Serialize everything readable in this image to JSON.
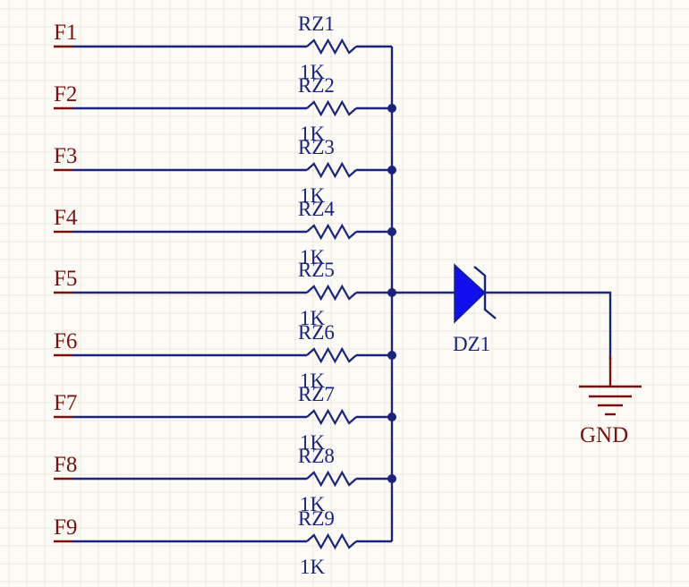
{
  "nets": [
    "F1",
    "F2",
    "F3",
    "F4",
    "F5",
    "F6",
    "F7",
    "F8",
    "F9"
  ],
  "resistors": [
    {
      "designator": "RZ1",
      "value": "1K"
    },
    {
      "designator": "RZ2",
      "value": "1K"
    },
    {
      "designator": "RZ3",
      "value": "1K"
    },
    {
      "designator": "RZ4",
      "value": "1K"
    },
    {
      "designator": "RZ5",
      "value": "1K"
    },
    {
      "designator": "RZ6",
      "value": "1K"
    },
    {
      "designator": "RZ7",
      "value": "1K"
    },
    {
      "designator": "RZ8",
      "value": "1K"
    },
    {
      "designator": "RZ9",
      "value": "1K"
    }
  ],
  "diode": {
    "designator": "DZ1"
  },
  "ground": {
    "label": "GND"
  },
  "colors": {
    "wire": "#1a237e",
    "net_label": "#7a1010",
    "diode_fill": "#1010ee",
    "background": "#fcfbf5",
    "grid": "#ebe8dc"
  }
}
